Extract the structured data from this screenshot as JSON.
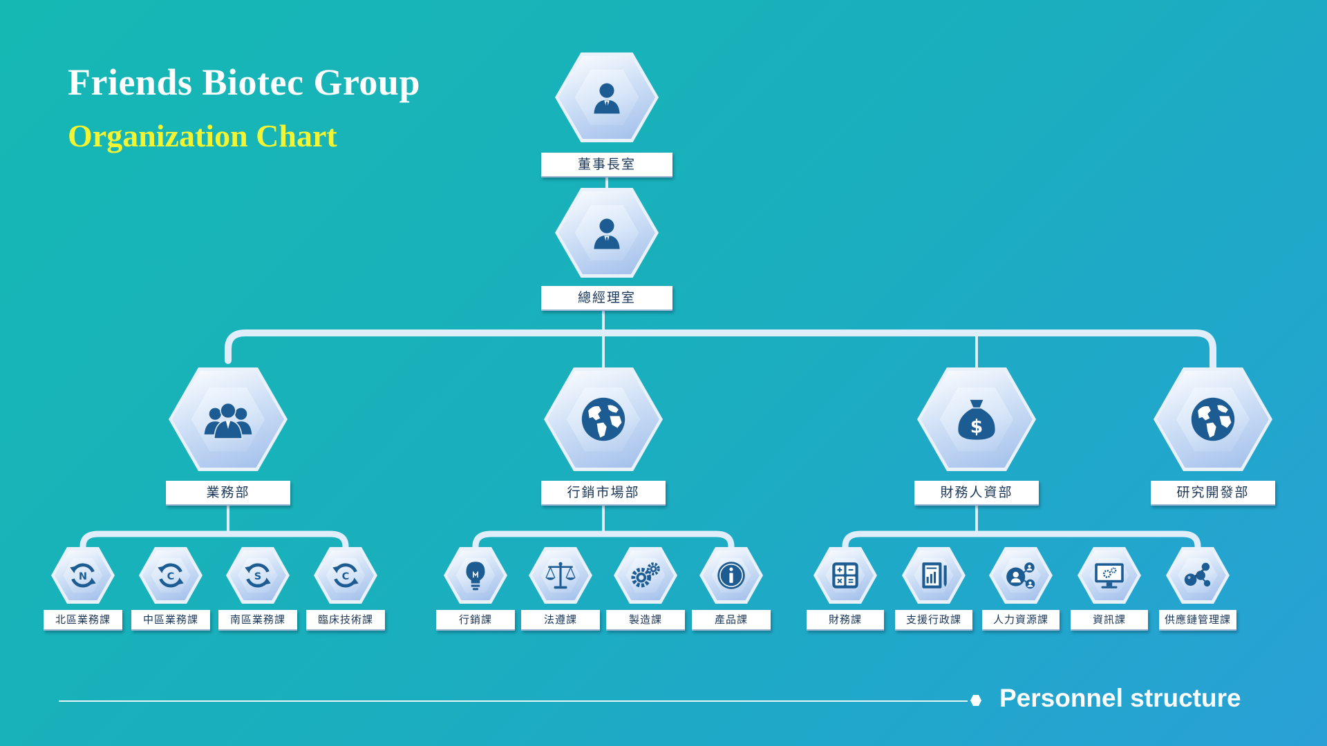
{
  "title": "Friends Biotec Group",
  "subtitle": "Organization Chart",
  "footer": "Personnel structure",
  "colors": {
    "background_start": "#16b8b4",
    "background_end": "#2aa0d6",
    "subtitle": "#f3f532",
    "icon": "#1d5c93",
    "label_text": "#1a3657"
  },
  "chairman": {
    "label": "董事長室",
    "icon": "person-icon"
  },
  "gm": {
    "label": "總經理室",
    "icon": "person-icon"
  },
  "departments": [
    {
      "label": "業務部",
      "icon": "team-icon",
      "sections": [
        {
          "label": "北區業務課",
          "icon": "refresh-n-icon",
          "letter": "N"
        },
        {
          "label": "中區業務課",
          "icon": "refresh-c-icon",
          "letter": "C"
        },
        {
          "label": "南區業務課",
          "icon": "refresh-s-icon",
          "letter": "S"
        },
        {
          "label": "臨床技術課",
          "icon": "refresh-c-icon",
          "letter": "C"
        }
      ]
    },
    {
      "label": "行銷市場部",
      "icon": "globe-icon",
      "sections": [
        {
          "label": "行銷課",
          "icon": "lightbulb-icon"
        },
        {
          "label": "法遵課",
          "icon": "scales-icon"
        },
        {
          "label": "製造課",
          "icon": "gears-icon"
        },
        {
          "label": "產品課",
          "icon": "info-icon"
        }
      ]
    },
    {
      "label": "財務人資部",
      "icon": "money-bag-icon",
      "sections": [
        {
          "label": "財務課",
          "icon": "calculator-icon"
        },
        {
          "label": "支援行政課",
          "icon": "report-icon"
        },
        {
          "label": "人力資源課",
          "icon": "people-network-icon"
        },
        {
          "label": "資訊課",
          "icon": "monitor-gear-icon"
        },
        {
          "label": "供應鏈管理課",
          "icon": "molecule-icon"
        }
      ]
    },
    {
      "label": "研究開發部",
      "icon": "globe-icon",
      "sections": []
    }
  ]
}
